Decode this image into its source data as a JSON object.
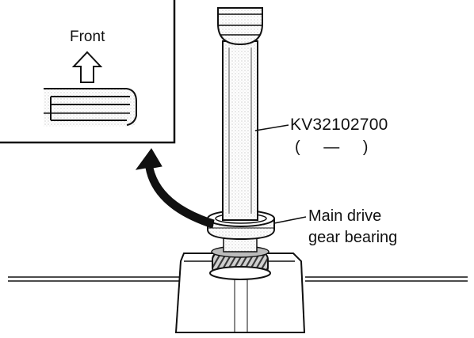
{
  "inset": {
    "direction_label": "Front"
  },
  "labels": {
    "tool": "KV32102700",
    "tool_sub": "( — )",
    "bearing_line1": "Main drive",
    "bearing_line2": "gear bearing"
  }
}
